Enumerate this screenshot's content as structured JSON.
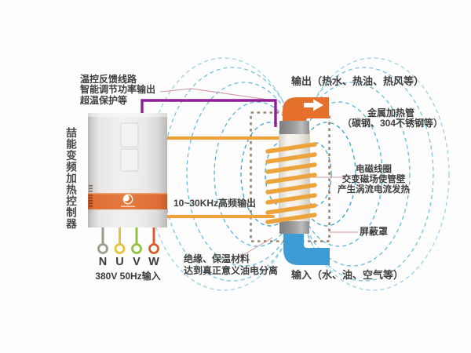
{
  "diagram": {
    "title_vertical": "喆能变频加热控制器",
    "feedback_label": {
      "line1": "温控反馈线路",
      "line2": "智能调节功率输出",
      "line3": "超温保护等"
    },
    "hf_output_label": "10~30KHz高频输出",
    "output_pipe_label": "输出（热水、热油、热风等）",
    "heating_tube_label": {
      "line1": "金属加热管",
      "line2": "（碳钢、304不锈钢等）"
    },
    "coil_label": {
      "line1": "电磁线圈",
      "line2": "交变磁场使管壁",
      "line3": "产生涡流电流发热"
    },
    "shield_label": "屏蔽罩",
    "insulation_label": {
      "line1": "绝缘、保温材料",
      "line2": "达到真正意义油电分离"
    },
    "input_pipe_label": "输入（水、油、空气等）",
    "terminals": {
      "items": [
        {
          "label": "N",
          "color": "#9b9b8d"
        },
        {
          "label": "U",
          "color": "#e6c23a"
        },
        {
          "label": "V",
          "color": "#94c13d"
        },
        {
          "label": "W",
          "color": "#dd5b2d"
        }
      ],
      "input_spec": "380V 50Hz输入"
    },
    "colors": {
      "hot_pipe": "#e4702c",
      "cold_pipe": "#3d9bd5",
      "coil_wire": "#eda33c",
      "control_wire": "#8e1d96",
      "field_line": "#5ab5d6",
      "shield_dash": "#97846f",
      "device_band": "#dd6e35",
      "label_text": "#3f3f3f"
    }
  }
}
